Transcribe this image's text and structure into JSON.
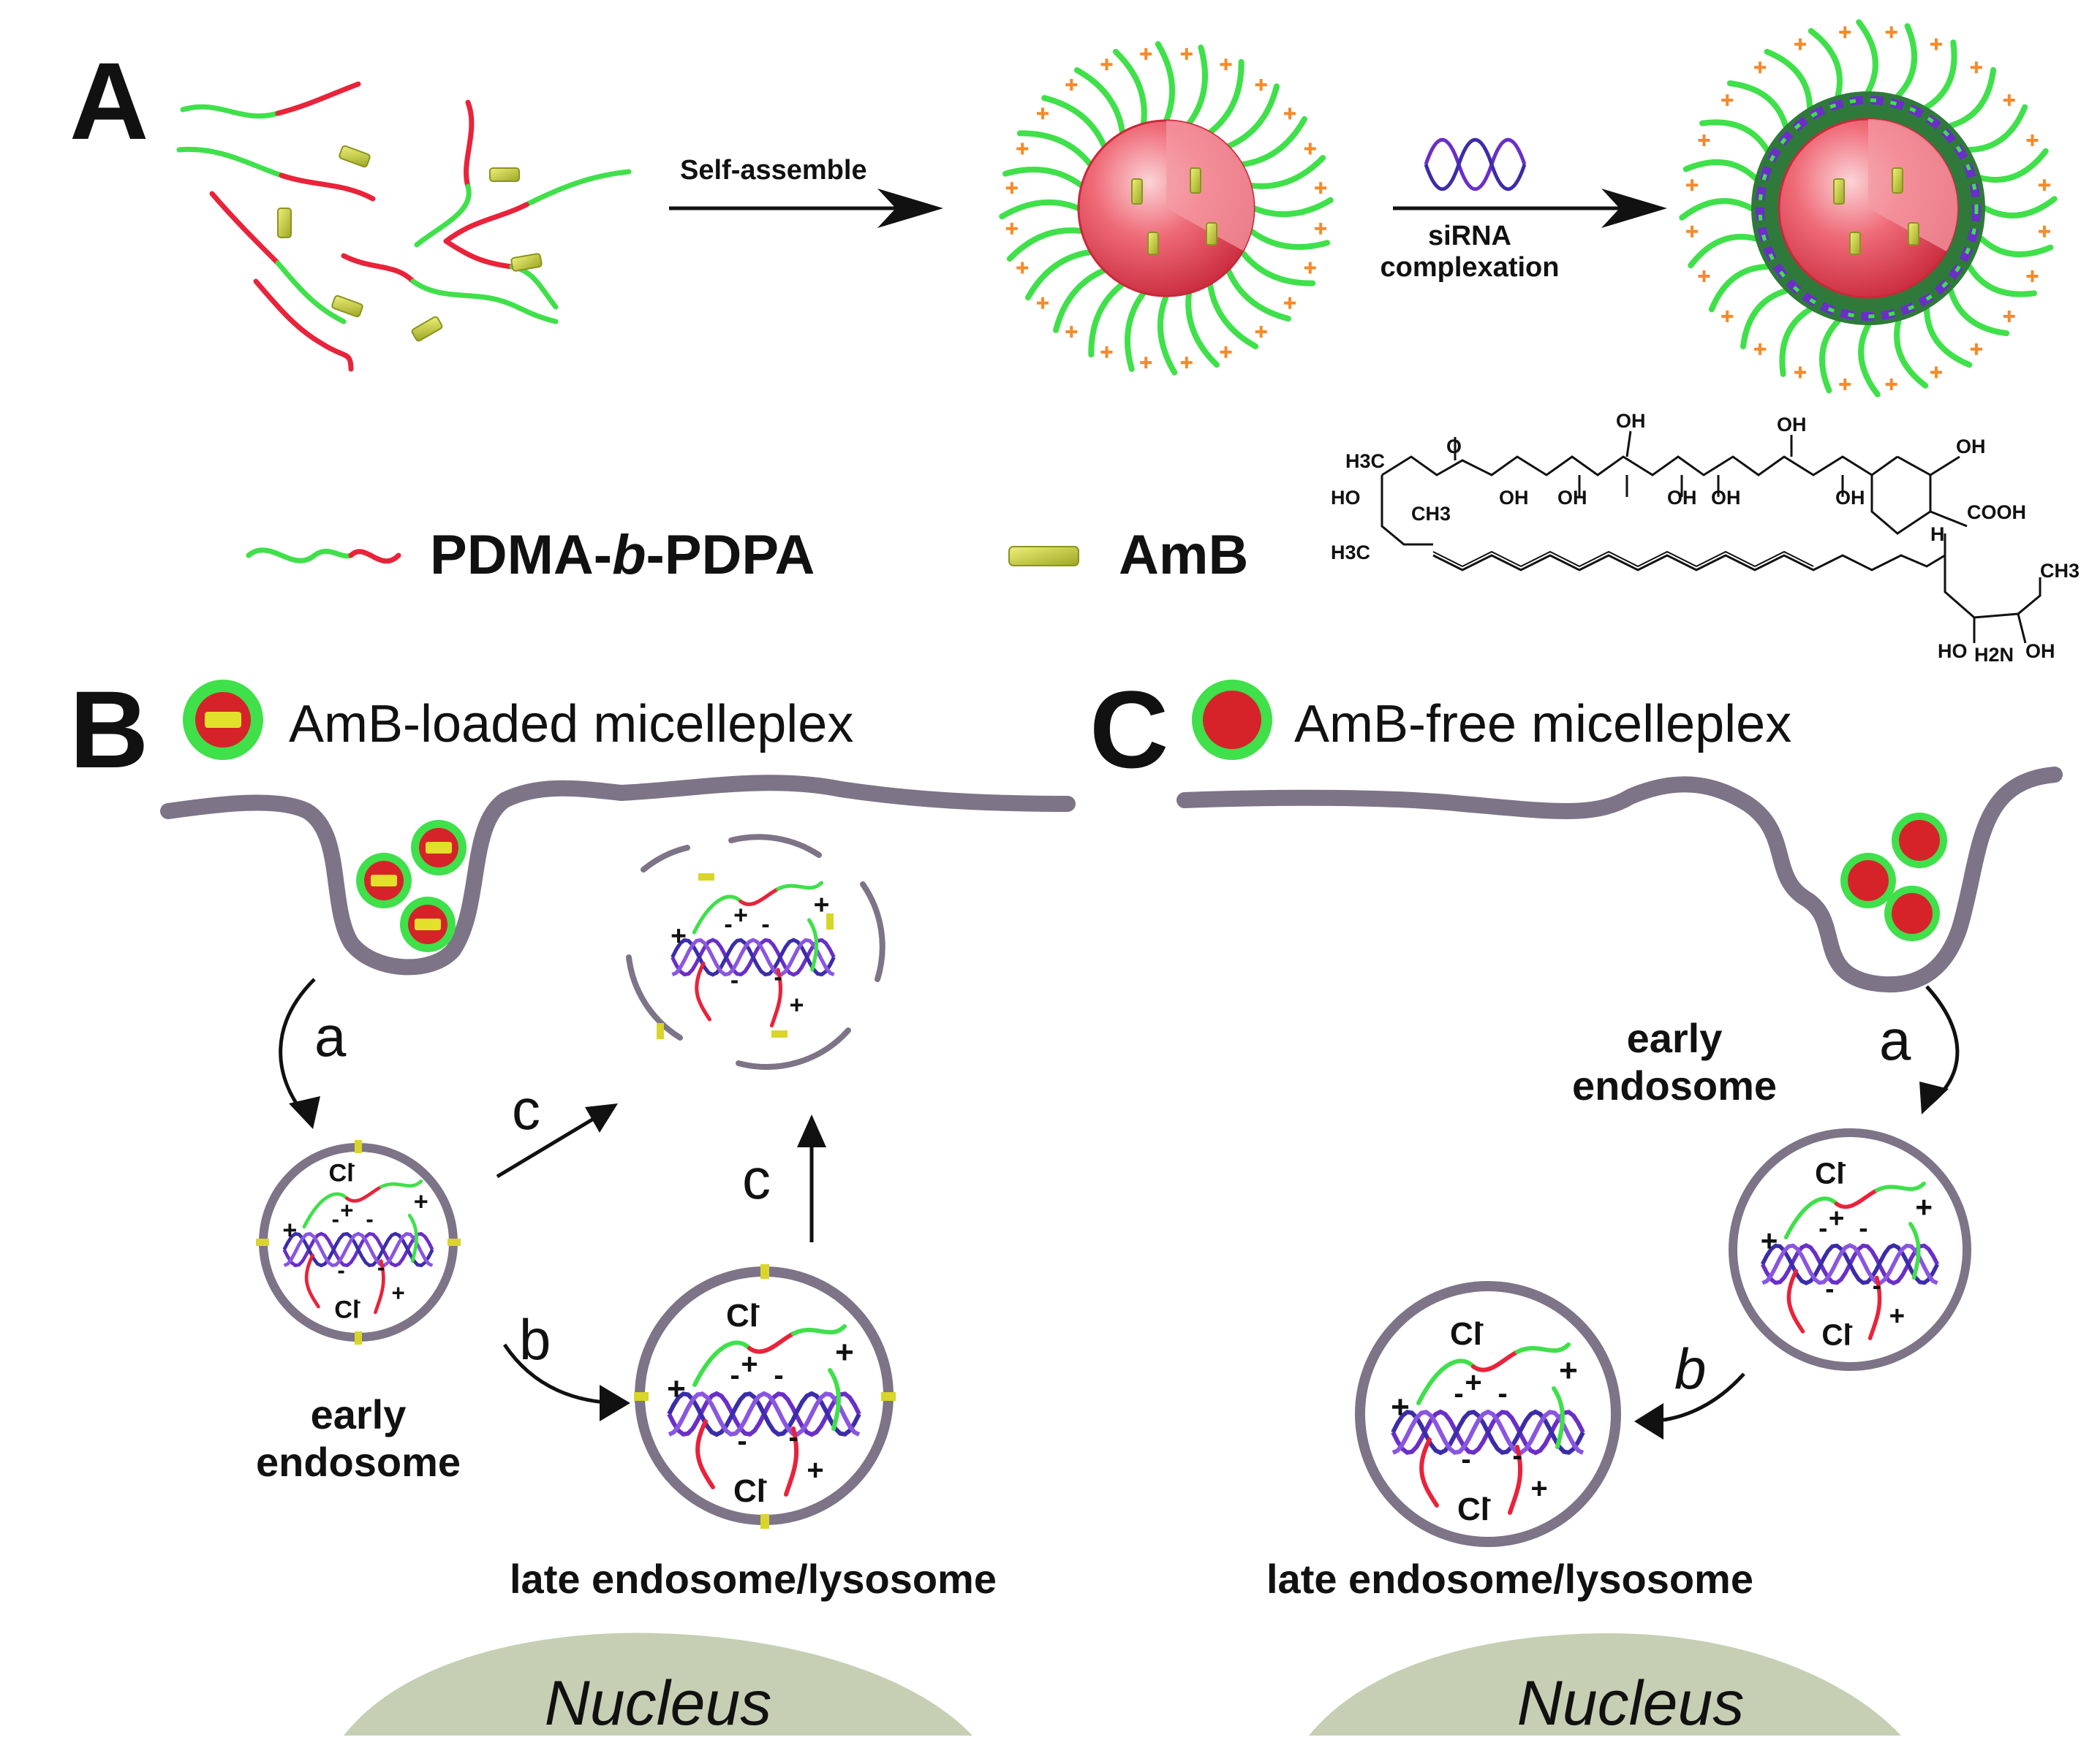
{
  "panels": {
    "a": {
      "letter": "A"
    },
    "b": {
      "letter": "B",
      "caption": "AmB-loaded micelleplex"
    },
    "c": {
      "letter": "C",
      "caption": "AmB-free micelleplex"
    }
  },
  "arrows": {
    "self_assemble": "Self-assemble",
    "sirna_line1": "siRNA",
    "sirna_line2": "complexation"
  },
  "legend": {
    "polymer": "PDMA-b-PDPA",
    "polymer_prefix": "PDMA-",
    "polymer_italic": "b",
    "polymer_suffix": "-PDPA",
    "drug": "AmB"
  },
  "structure_labels": {
    "h3c_top": "H3C",
    "ho_left": "HO",
    "ch3_mid": "CH3",
    "h3c_bottom": "H3C",
    "oh_1": "OH",
    "oh_2": "OH",
    "oh_3": "OH",
    "oh_4": "OH",
    "oh_5": "OH",
    "oh_6": "OH",
    "oh_7": "OH",
    "oh_8": "OH",
    "cooh": "COOH",
    "h": "H",
    "o": "O",
    "ch3_sugar": "CH3",
    "ho_sugar": "HO",
    "h2n": "H2N",
    "oh_sugar": "OH"
  },
  "steps": {
    "a": "a",
    "b": "b",
    "c": "c"
  },
  "ions": {
    "cl": "Cl",
    "minus": "-",
    "plus": "+"
  },
  "endosomes": {
    "early_line1": "early",
    "early_line2": "endosome",
    "late": "late endosome/lysosome"
  },
  "nucleus": "Nucleus",
  "colors": {
    "green": "#3fe04a",
    "red": "#e8233a",
    "yellow": "#b8c42a",
    "purple": "#6a2fc7",
    "orange": "#f58a2a",
    "membrane": "#7d7487",
    "nucleus": "#c6cfb3",
    "sphere": "#e24556"
  }
}
